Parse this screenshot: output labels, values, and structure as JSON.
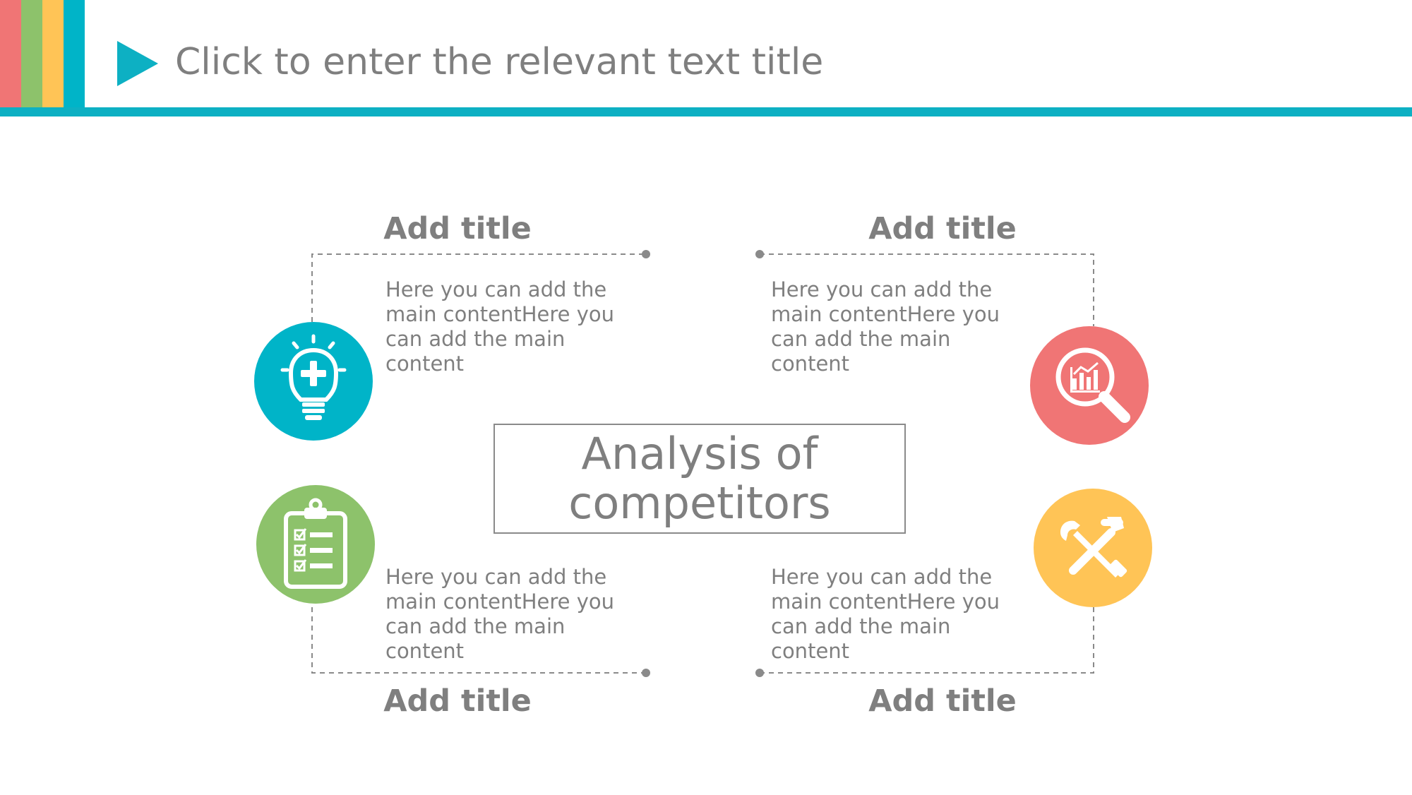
{
  "header": {
    "title": "Click to enter the relevant text title",
    "stripe_colors": [
      "#F07575",
      "#8DC26B",
      "#FFC456",
      "#00B4C8"
    ],
    "line_color": "#0DB0C3"
  },
  "center": {
    "title": "Analysis of competitors"
  },
  "quadrants": {
    "top_left": {
      "title": "Add title",
      "body": "Here you can add the main contentHere you can add the main content",
      "icon": "lightbulb-plus-icon",
      "color": "#00B4C8"
    },
    "top_right": {
      "title": "Add title",
      "body": "Here you can add the main contentHere you can add the main content",
      "icon": "magnifier-chart-icon",
      "color": "#F07575"
    },
    "bottom_left": {
      "title": "Add title",
      "body": "Here you can add the main contentHere you can add the main content",
      "icon": "clipboard-checklist-icon",
      "color": "#8DC26B"
    },
    "bottom_right": {
      "title": "Add title",
      "body": "Here you can add the main contentHere you can add the main content",
      "icon": "wrench-screwdriver-icon",
      "color": "#FFC456"
    }
  },
  "connector_color": "#8a8a8a"
}
